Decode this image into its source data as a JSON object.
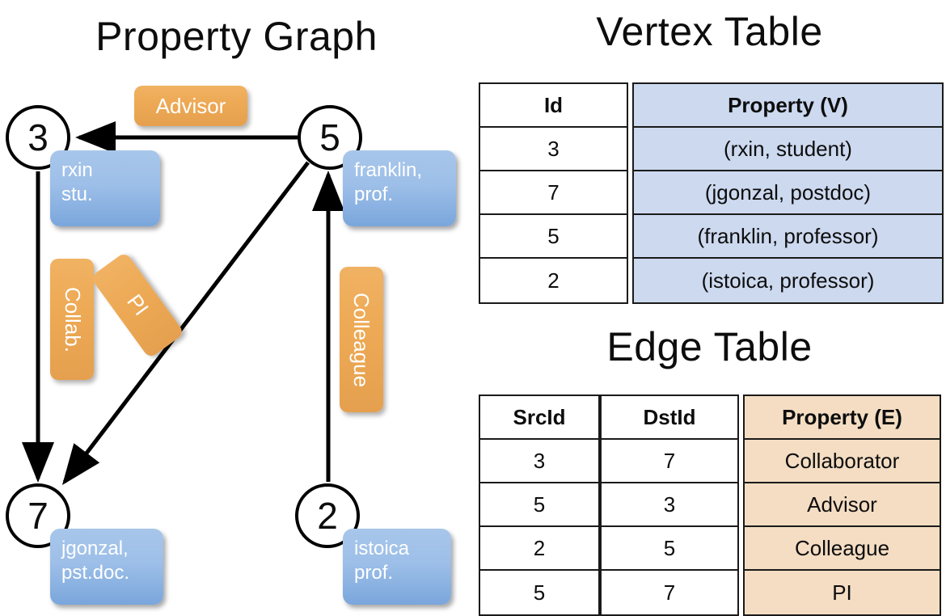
{
  "titles": {
    "property_graph": "Property Graph",
    "vertex_table": "Vertex Table",
    "edge_table": "Edge Table"
  },
  "graph": {
    "nodes": [
      {
        "id": "3",
        "property_line1": "rxin",
        "property_line2": "stu."
      },
      {
        "id": "5",
        "property_line1": "franklin,",
        "property_line2": "prof."
      },
      {
        "id": "7",
        "property_line1": "jgonzal,",
        "property_line2": "pst.doc."
      },
      {
        "id": "2",
        "property_line1": "istoica",
        "property_line2": "prof."
      }
    ],
    "edge_labels": [
      {
        "key": "advisor",
        "text": "Advisor"
      },
      {
        "key": "collab",
        "text": "Collab."
      },
      {
        "key": "pi",
        "text": "PI"
      },
      {
        "key": "colleague",
        "text": "Colleague"
      }
    ],
    "edges": [
      {
        "src": "5",
        "dst": "3",
        "label": "Advisor"
      },
      {
        "src": "3",
        "dst": "7",
        "label": "Collab."
      },
      {
        "src": "5",
        "dst": "7",
        "label": "PI"
      },
      {
        "src": "2",
        "dst": "5",
        "label": "Colleague"
      }
    ]
  },
  "vertex_table": {
    "headers": {
      "id": "Id",
      "property": "Property (V)"
    },
    "rows": [
      {
        "id": "3",
        "property": "(rxin, student)"
      },
      {
        "id": "7",
        "property": "(jgonzal, postdoc)"
      },
      {
        "id": "5",
        "property": "(franklin, professor)"
      },
      {
        "id": "2",
        "property": "(istoica, professor)"
      }
    ]
  },
  "edge_table": {
    "headers": {
      "src": "SrcId",
      "dst": "DstId",
      "property": "Property (E)"
    },
    "rows": [
      {
        "src": "3",
        "dst": "7",
        "property": "Collaborator"
      },
      {
        "src": "5",
        "dst": "3",
        "property": "Advisor"
      },
      {
        "src": "2",
        "dst": "5",
        "property": "Colleague"
      },
      {
        "src": "5",
        "dst": "7",
        "property": "PI"
      }
    ]
  },
  "colors": {
    "vertex_fill": "#ccd9ef",
    "edge_fill": "#f4ddc3",
    "vertex_bubble": "#9dbfe8",
    "edge_chip": "#eda954",
    "stroke": "#000000",
    "background": "#ffffff"
  }
}
